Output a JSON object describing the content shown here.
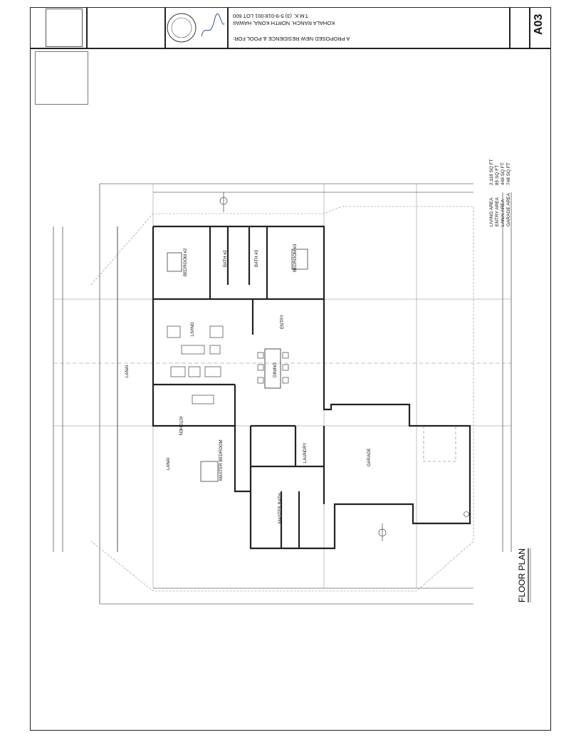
{
  "title_block": {
    "project_line1": "A PROPOSED NEW RESIDENCE & POOL FOR:",
    "project_line2": "KOHALA RANCH, NORTH KONA, HAWAII",
    "project_line3": "T.M.K. (3) 5-9-018:001  LOT 600",
    "sheet_number": "A03"
  },
  "areas": [
    {
      "label": "LIVING AREA",
      "value": "2,118 SQ FT"
    },
    {
      "label": "ENTRY AREA",
      "value": "85 SQ FT"
    },
    {
      "label": "LANAI AREA",
      "value": "448 SQ FT"
    },
    {
      "label": "GARAGE AREA",
      "value": "748 SQ FT"
    }
  ],
  "drawing_title": "FLOOR PLAN",
  "rooms": {
    "bedroom2": "BEDROOM #2",
    "bath2": "BATH #2",
    "bath3": "BATH #3",
    "bedroom3": "BEDROOM #3",
    "living": "LIVING",
    "entry": "ENTRY",
    "lanai_top": "LANAI",
    "dining": "DINING",
    "kitchen": "KITCHEN",
    "lanai_bottom": "LANAI",
    "master_bedroom": "MASTER BEDROOM",
    "laundry": "LAUNDRY",
    "garage": "GARAGE",
    "master_bath": "MASTER BATH"
  }
}
